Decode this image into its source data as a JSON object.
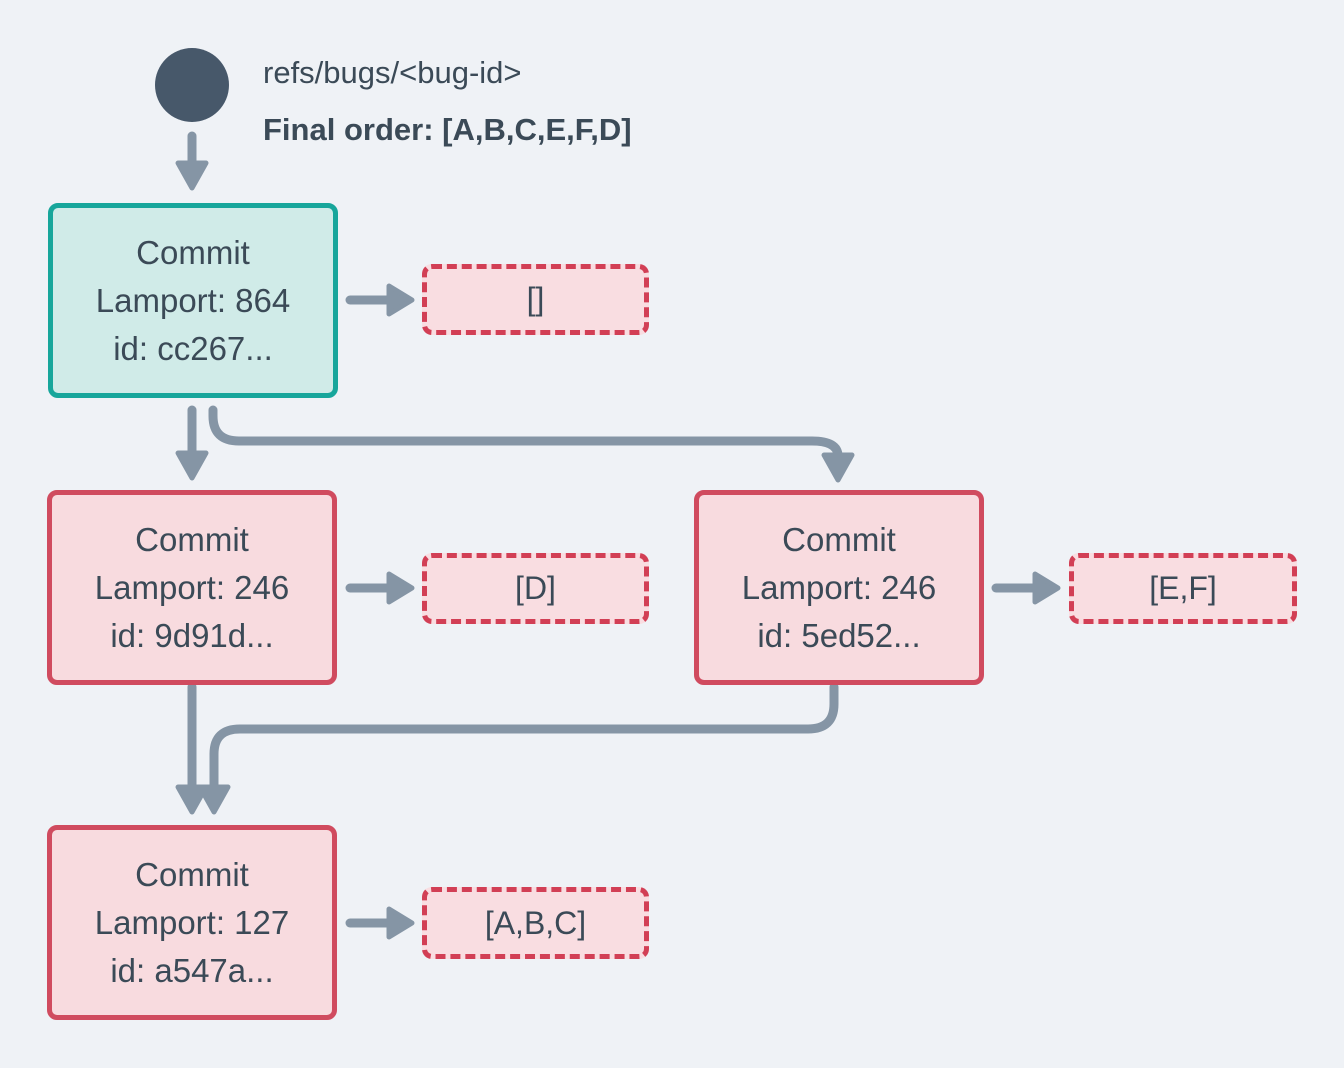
{
  "colors": {
    "background": "#eff2f6",
    "arrow": "#8595a5",
    "text": "#3b4a57",
    "circle": "#47586a",
    "teal_border": "#17a69b",
    "teal_fill": "#d0ebe8",
    "red_border": "#d04b5f",
    "red_fill": "#f8dbdf",
    "dashed_border": "#d23f55",
    "dashed_fill": "#f9dde1"
  },
  "header": {
    "ref_name": "refs/bugs/<bug-id>",
    "final_order": "Final order: [A,B,C,E,F,D]"
  },
  "nodes": [
    {
      "title": "Commit",
      "lamport": "Lamport: 864",
      "commit_id": "id: cc267...",
      "operations": "[]",
      "variant": "teal"
    },
    {
      "title": "Commit",
      "lamport": "Lamport: 246",
      "commit_id": "id: 9d91d...",
      "operations": "[D]",
      "variant": "red"
    },
    {
      "title": "Commit",
      "lamport": "Lamport: 246",
      "commit_id": "id: 5ed52...",
      "operations": "[E,F]",
      "variant": "red"
    },
    {
      "title": "Commit",
      "lamport": "Lamport: 127",
      "commit_id": "id: a547a...",
      "operations": "[A,B,C]",
      "variant": "red"
    }
  ]
}
